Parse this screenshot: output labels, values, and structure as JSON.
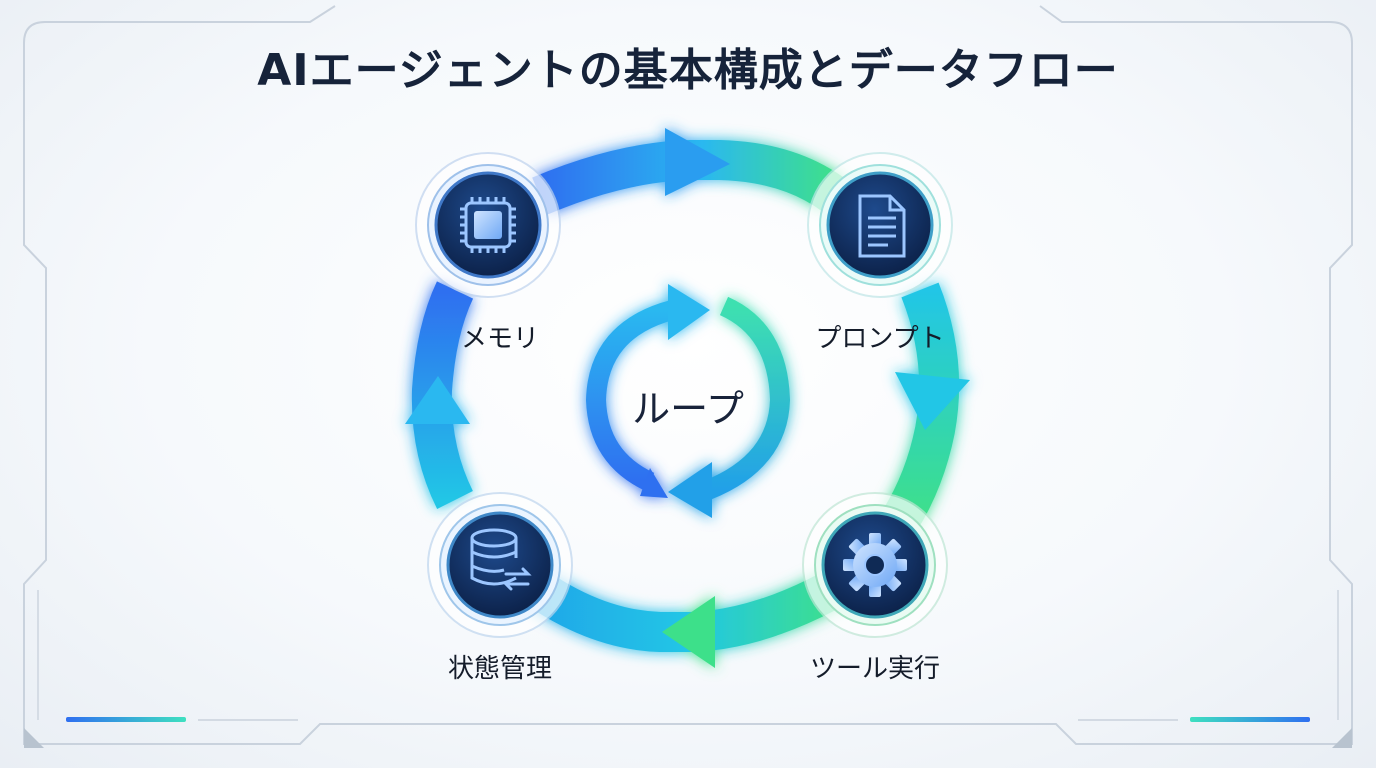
{
  "title": "AIエージェントの基本構成とデータフロー",
  "center_label": "ループ",
  "nodes": [
    {
      "id": "memory",
      "label": "メモリ",
      "icon": "cpu-chip-icon"
    },
    {
      "id": "prompt",
      "label": "プロンプト",
      "icon": "document-icon"
    },
    {
      "id": "tool",
      "label": "ツール実行",
      "icon": "gear-icon"
    },
    {
      "id": "state",
      "label": "状態管理",
      "icon": "database-sync-icon"
    }
  ],
  "flow": [
    "メモリ",
    "プロンプト",
    "ツール実行",
    "状態管理",
    "メモリ"
  ],
  "colors": {
    "blue": "#2f6ff0",
    "cyan": "#22c6e6",
    "green": "#3ee08a",
    "node_dark": "#0f2a55",
    "title": "#16233a"
  }
}
